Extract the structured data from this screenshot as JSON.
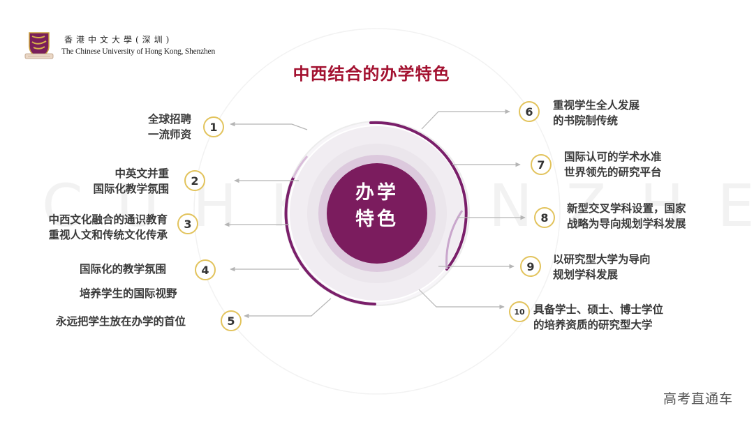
{
  "header": {
    "logo_icon": "cuhk-crest-icon",
    "university_cn": "香港中文大學(深圳)",
    "university_en": "The Chinese University of Hong Kong, Shenzhen"
  },
  "title": "中西结合的办学特色",
  "watermark": {
    "left": "CUHK",
    "right": "NZHEN"
  },
  "center": {
    "line1": "办学",
    "line2": "特色"
  },
  "colors": {
    "title": "#a31130",
    "center_fill": "#7b1c5e",
    "arc": "#7a1f6a",
    "badge_border": "#e2c35c",
    "text": "#3a3a3a",
    "connector": "#b5b5b5"
  },
  "left_items": [
    {
      "number": "1",
      "lines": [
        "全球招聘",
        "一流师资"
      ]
    },
    {
      "number": "2",
      "lines": [
        "中英文并重",
        "国际化教学氛围"
      ]
    },
    {
      "number": "3",
      "lines": [
        "中西文化融合的通识教育",
        "重视人文和传统文化传承"
      ]
    },
    {
      "number": "4",
      "lines": [
        "国际化的教学氛围",
        "培养学生的国际视野"
      ]
    },
    {
      "number": "5",
      "lines": [
        "永远把学生放在办学的首位"
      ]
    }
  ],
  "right_items": [
    {
      "number": "6",
      "lines": [
        "重视学生全人发展",
        "的书院制传统"
      ]
    },
    {
      "number": "7",
      "lines": [
        "国际认可的学术水准",
        "世界领先的研究平台"
      ]
    },
    {
      "number": "8",
      "lines": [
        "新型交叉学科设置，国家",
        "战略为导向规划学科发展"
      ]
    },
    {
      "number": "9",
      "lines": [
        "以研究型大学为导向",
        "规划学科发展"
      ]
    },
    {
      "number": "10",
      "lines": [
        "具备学士、硕士、博士学位",
        "的培养资质的研究型大学"
      ]
    }
  ],
  "footer": {
    "source": "高考直通车"
  }
}
